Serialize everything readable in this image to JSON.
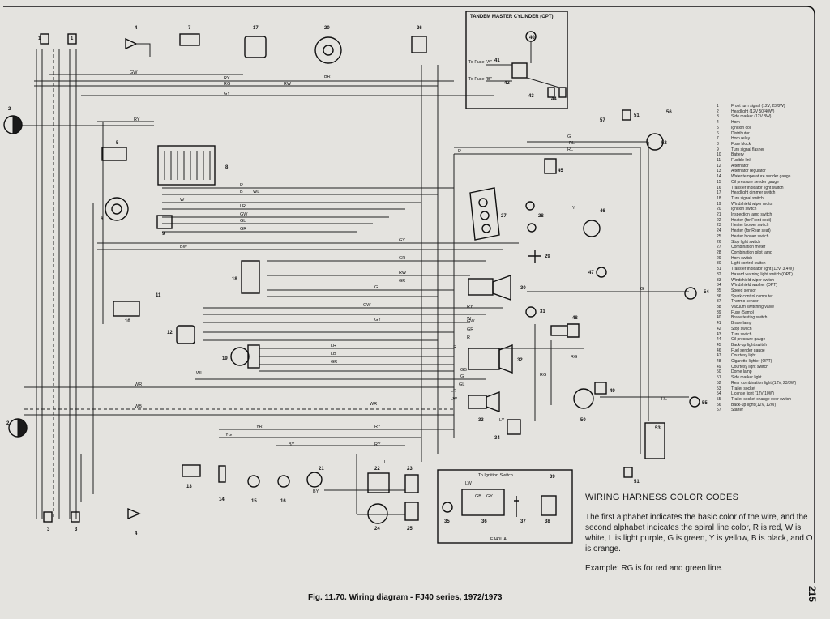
{
  "caption": "Fig. 11.70. Wiring diagram - FJ40 series, 1972/1973",
  "page_number": "215",
  "tandem_box_title": "TANDEM MASTER CYLINDER (OPT)",
  "tandem_labels": [
    "To Fuse \"A\"",
    "To Fuse \"B\""
  ],
  "fj40_box": {
    "label": "FJ40L A",
    "switch": "To Ignition Switch"
  },
  "color_codes": {
    "title": "WIRING HARNESS COLOR CODES",
    "body": "The first alphabet indicates the basic color of the wire, and the second alphabet indicates the spiral line color, R is red, W is white, L is light purple, G is green, Y is yellow, B is black, and O is orange.",
    "example": "Example: RG is for red and green line."
  },
  "legend": [
    {
      "n": "1",
      "t": "Front turn signal (12V, 23/8W)"
    },
    {
      "n": "2",
      "t": "Headlight (12V 50/40W)"
    },
    {
      "n": "3",
      "t": "Side marker (12V 8W)"
    },
    {
      "n": "4",
      "t": "Horn"
    },
    {
      "n": "5",
      "t": "Ignition coil"
    },
    {
      "n": "6",
      "t": "Distributor"
    },
    {
      "n": "7",
      "t": "Horn relay"
    },
    {
      "n": "8",
      "t": "Fuse block"
    },
    {
      "n": "9",
      "t": "Turn signal flasher"
    },
    {
      "n": "10",
      "t": "Battery"
    },
    {
      "n": "11",
      "t": "Fusible link"
    },
    {
      "n": "12",
      "t": "Alternator"
    },
    {
      "n": "13",
      "t": "Alternator regulator"
    },
    {
      "n": "14",
      "t": "Water temperature sender gauge"
    },
    {
      "n": "15",
      "t": "Oil pressure sender gauge"
    },
    {
      "n": "16",
      "t": "Transfer indicator light switch"
    },
    {
      "n": "17",
      "t": "Headlight dimmer switch"
    },
    {
      "n": "18",
      "t": "Turn signal switch"
    },
    {
      "n": "19",
      "t": "Windshield wiper motor"
    },
    {
      "n": "20",
      "t": "Ignition switch"
    },
    {
      "n": "21",
      "t": "Inspection lamp switch"
    },
    {
      "n": "22",
      "t": "Heater (for Front seat)"
    },
    {
      "n": "23",
      "t": "Heater blower switch"
    },
    {
      "n": "24",
      "t": "Heater (for Rear seat)"
    },
    {
      "n": "25",
      "t": "Heater blower switch"
    },
    {
      "n": "26",
      "t": "Stop light switch"
    },
    {
      "n": "27",
      "t": "Combination meter"
    },
    {
      "n": "28",
      "t": "Combination pilot lamp"
    },
    {
      "n": "29",
      "t": "Horn switch"
    },
    {
      "n": "30",
      "t": "Light control switch"
    },
    {
      "n": "31",
      "t": "Transfer indicator light (12V, 3.4W)"
    },
    {
      "n": "32",
      "t": "Hazard warning light switch (OPT)"
    },
    {
      "n": "33",
      "t": "Windshield wiper switch"
    },
    {
      "n": "34",
      "t": "Windshield washer (OPT)"
    },
    {
      "n": "35",
      "t": "Speed sensor"
    },
    {
      "n": "36",
      "t": "Spark control computer"
    },
    {
      "n": "37",
      "t": "Thermo sensor"
    },
    {
      "n": "38",
      "t": "Vacuum switching valve"
    },
    {
      "n": "39",
      "t": "Fuse (5amp)"
    },
    {
      "n": "40",
      "t": "Brake testing switch"
    },
    {
      "n": "41",
      "t": "Brake lamp"
    },
    {
      "n": "42",
      "t": "Stop switch"
    },
    {
      "n": "43",
      "t": "Turn switch"
    },
    {
      "n": "44",
      "t": "Oil pressure gauge"
    },
    {
      "n": "45",
      "t": "Back-up light switch"
    },
    {
      "n": "46",
      "t": "Fuel sender gauge"
    },
    {
      "n": "47",
      "t": "Courtesy light"
    },
    {
      "n": "48",
      "t": "Cigarette lighter (OPT)"
    },
    {
      "n": "49",
      "t": "Courtesy light switch"
    },
    {
      "n": "50",
      "t": "Dome lamp"
    },
    {
      "n": "51",
      "t": "Side marker light"
    },
    {
      "n": "52",
      "t": "Rear combination light (12V, 23/8W)"
    },
    {
      "n": "53",
      "t": "Trailer socket"
    },
    {
      "n": "54",
      "t": "License light (12V 10W)"
    },
    {
      "n": "55",
      "t": "Trailer socket change over switch"
    },
    {
      "n": "56",
      "t": "Back-up light (12V, 12W)"
    },
    {
      "n": "57",
      "t": "Starter"
    }
  ],
  "component_numbers": [
    "1",
    "1",
    "2",
    "2",
    "3",
    "3",
    "4",
    "4",
    "5",
    "6",
    "7",
    "8",
    "9",
    "10",
    "11",
    "12",
    "13",
    "14",
    "15",
    "16",
    "17",
    "18",
    "19",
    "20",
    "21",
    "22",
    "23",
    "24",
    "25",
    "26",
    "27",
    "28",
    "29",
    "30",
    "31",
    "32",
    "33",
    "34",
    "35",
    "36",
    "37",
    "38",
    "39",
    "40",
    "41",
    "42",
    "43",
    "44",
    "45",
    "46",
    "47",
    "48",
    "49",
    "50",
    "51",
    "51",
    "52",
    "53",
    "54",
    "55",
    "56",
    "57"
  ],
  "wire_codes": [
    "GW",
    "RY",
    "RG",
    "RW",
    "GY",
    "RY",
    "LR",
    "G",
    "R",
    "B",
    "W",
    "LR",
    "GW",
    "GL",
    "GR",
    "BW",
    "GY",
    "GR",
    "RW",
    "GR",
    "G",
    "GW",
    "GY",
    "RY",
    "GW",
    "GR",
    "R",
    "LR",
    "LB",
    "GR",
    "WL",
    "WR",
    "WR",
    "WB",
    "YR",
    "RY",
    "YG",
    "BY",
    "RY",
    "LR",
    "LW",
    "LR",
    "G",
    "GL",
    "Y",
    "RG",
    "RL",
    "RL",
    "BY",
    "L",
    "LY",
    "GB",
    "LW",
    "W",
    "GY",
    "GB",
    "G",
    "WL",
    "BR",
    "RG",
    "RL"
  ]
}
